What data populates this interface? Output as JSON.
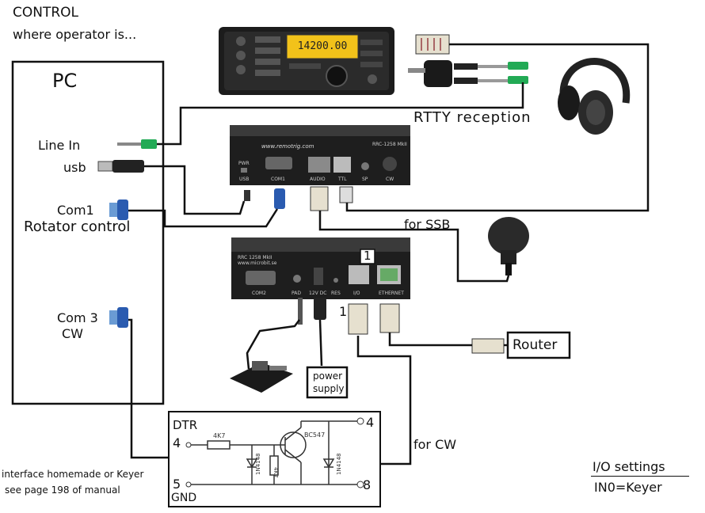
{
  "header": {
    "line1": "CONTROL",
    "line2": "where operator is..."
  },
  "pc": {
    "title": "PC",
    "line_in": "Line In",
    "usb": "usb",
    "com1": "Com1",
    "rotator": "Rotator control",
    "com3": "Com 3",
    "cw": "CW"
  },
  "labels": {
    "rtty": "RTTY reception",
    "for_ssb": "for SSB",
    "router": "Router",
    "power_supply_1": "power",
    "power_supply_2": "supply",
    "for_cw": "for CW",
    "port_marker": "1",
    "cable_marker": "1"
  },
  "transceiver": {
    "display": "14200.00"
  },
  "box_upper": {
    "brand": "www.remotrig.com",
    "model": "RRC-1258 MkII",
    "port_labels": [
      "USB",
      "COM1",
      "AUDIO",
      "TTL",
      "SP",
      "CW"
    ],
    "pwr": "PWR"
  },
  "box_lower": {
    "brand_line1": "RRC 1258 MkII",
    "brand_line2": "www.microbit.se",
    "port_labels": [
      "COM2",
      "PAD",
      "12V DC",
      "RES",
      "I/O",
      "ETHERNET"
    ]
  },
  "interface": {
    "dtr": "DTR",
    "pin4_left": "4",
    "pin5": "5",
    "gnd": "GND",
    "pin4_right": "4",
    "pin8": "8",
    "r1": "4K7",
    "r2": "4K7",
    "d1": "1N4148",
    "d2": "1N4148",
    "transistor": "BC547"
  },
  "footnote": {
    "line1": "interface homemade or Keyer",
    "line2": "see page 198 of manual"
  },
  "io_settings": {
    "title": "I/O settings",
    "value": "IN0=Keyer"
  },
  "colors": {
    "wire": "#111111",
    "device_dark": "#1c1c1c",
    "lcd": "#f2c21a",
    "plug": "#e6e0cf"
  }
}
